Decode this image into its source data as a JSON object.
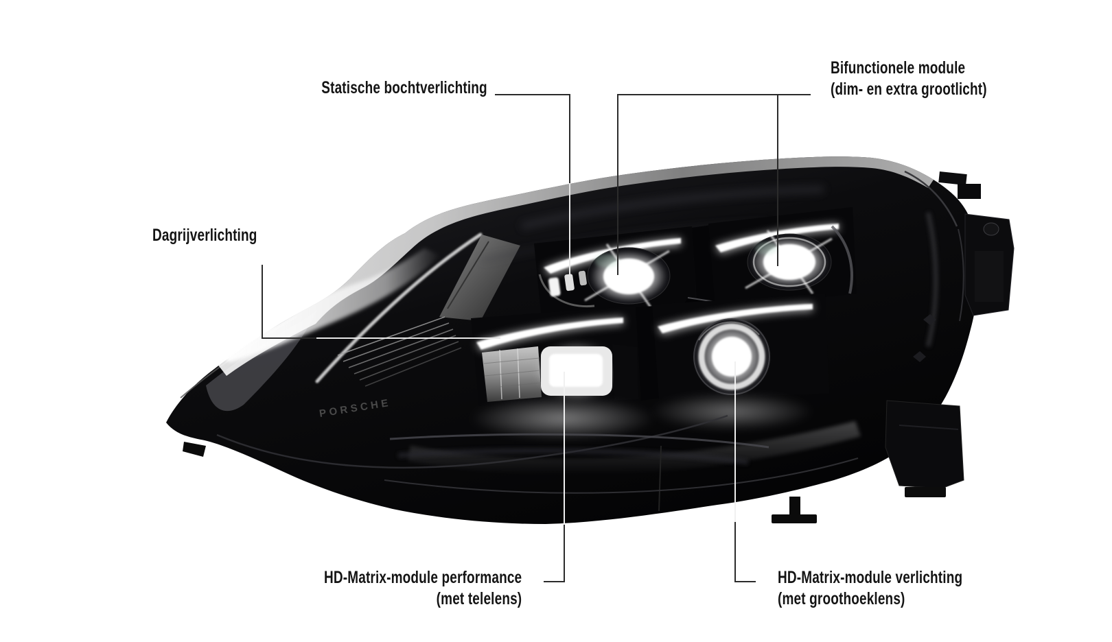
{
  "figure": {
    "type": "labeled-product-illustration",
    "subject": "Porsche HD-Matrix LED headlight",
    "background": "#ffffff",
    "brand_text": "PORSCHE"
  },
  "labels": {
    "static_cornering_light": {
      "text": "Statische bochtverlichting"
    },
    "bifunctional_module": {
      "line1": "Bifunctionele module",
      "line2": "(dim- en extra grootlicht)"
    },
    "daytime_running_light": {
      "text": "Dagrijverlichting"
    },
    "hd_matrix_module_performance": {
      "line1": "HD-Matrix-module performance",
      "line2": "(met telelens)"
    },
    "hd_matrix_module_lighting": {
      "line1": "HD-Matrix-module verlichting",
      "line2": "(met groothoeklens)"
    }
  },
  "colors": {
    "label_text": "#141414",
    "leader_dark": "#2b2b2b",
    "leader_light": "#e8e8e8",
    "body_black": "#0a0a0c",
    "highlight_white": "#ffffff",
    "rim_gray": "#9a9a9a"
  }
}
